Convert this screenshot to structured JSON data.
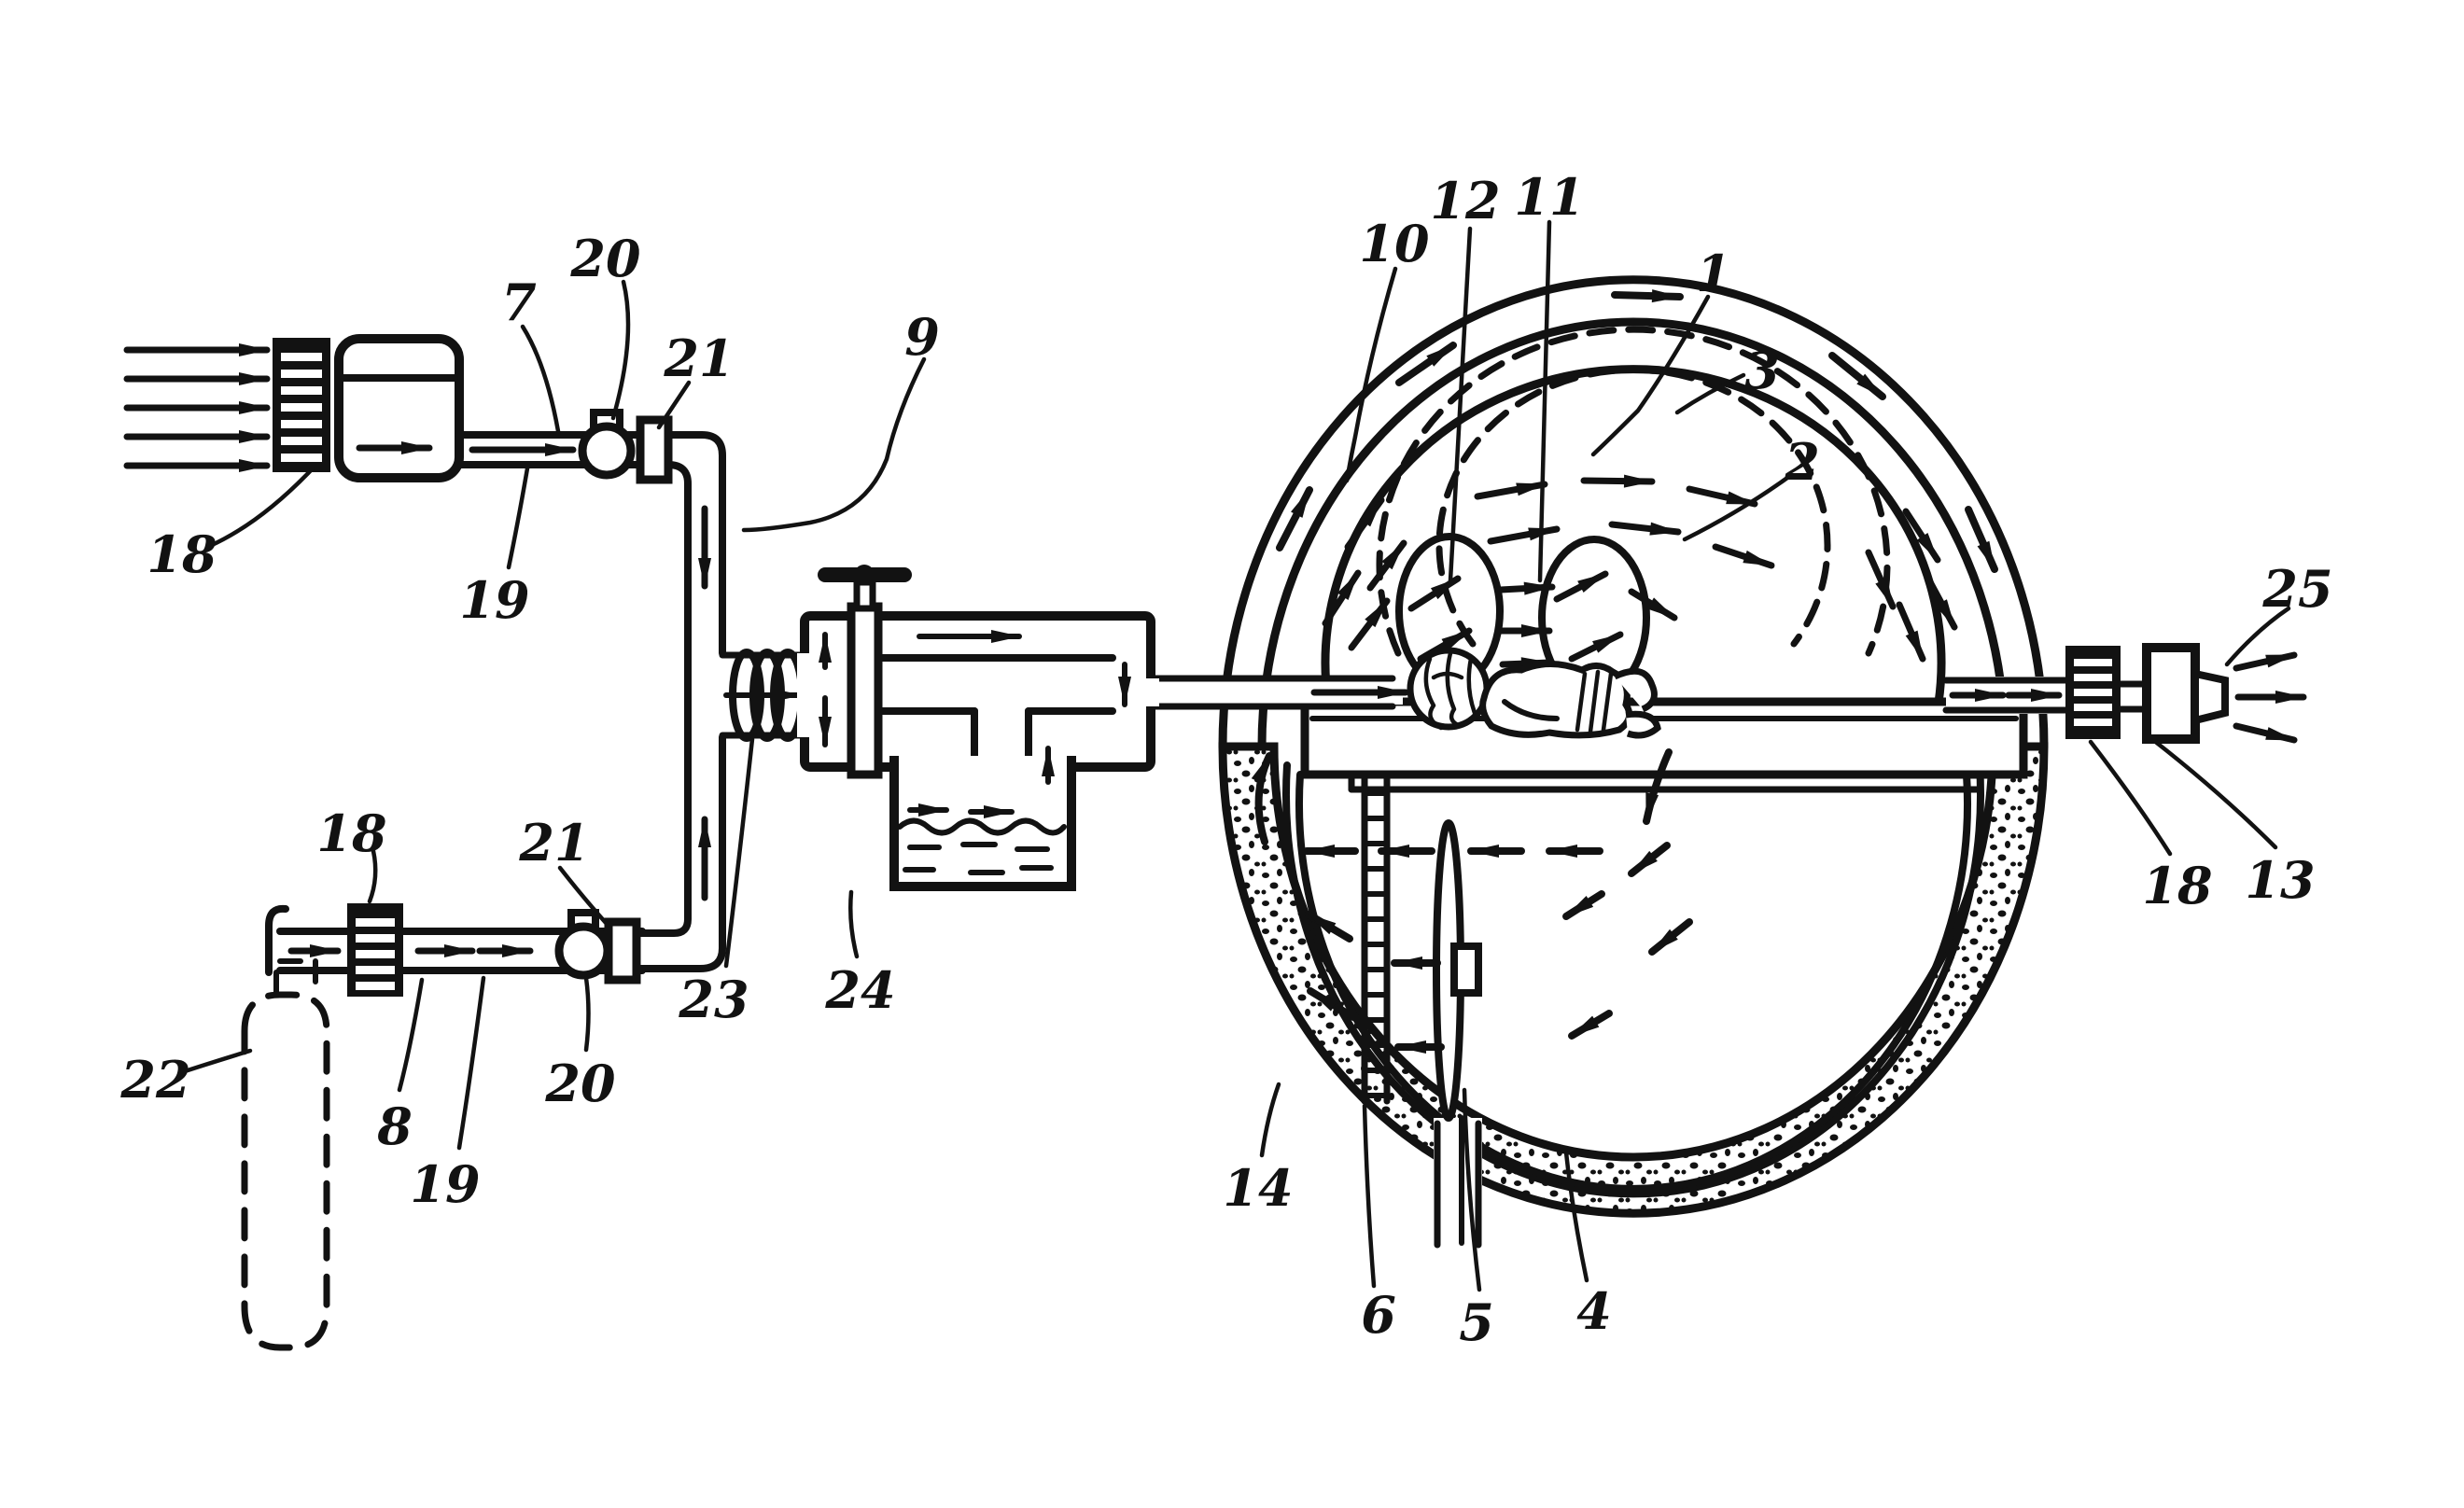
{
  "colors": {
    "ink": "#121212",
    "paper": "#ffffff"
  },
  "labels": {
    "n1": "1",
    "n2": "2",
    "n3": "3",
    "n4": "4",
    "n5": "5",
    "n6": "6",
    "n7": "7",
    "n8": "8",
    "n9": "9",
    "n10": "10",
    "n11": "11",
    "n12": "12",
    "n13": "13",
    "n14": "14",
    "n18a": "18",
    "n18b": "18",
    "n18c": "18",
    "n19a": "19",
    "n19b": "19",
    "n20a": "20",
    "n20b": "20",
    "n21a": "21",
    "n21b": "21",
    "n22": "22",
    "n23": "23",
    "n24": "24",
    "n25": "25"
  }
}
